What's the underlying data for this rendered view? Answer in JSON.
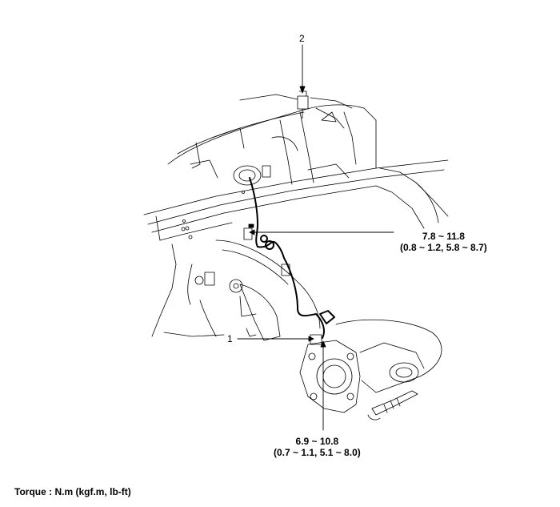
{
  "callouts": {
    "part_1": "1",
    "part_2": "2"
  },
  "torque_upper": {
    "nm": "7.8 ~ 11.8",
    "kgfm_lbft": "(0.8 ~ 1.2, 5.8 ~ 8.7)"
  },
  "torque_lower": {
    "nm": "6.9 ~ 10.8",
    "kgfm_lbft": "(0.7 ~ 1.1, 5.1 ~ 8.0)"
  },
  "footer": {
    "torque_units": "Torque : N.m (kgf.m, lb-ft)"
  }
}
